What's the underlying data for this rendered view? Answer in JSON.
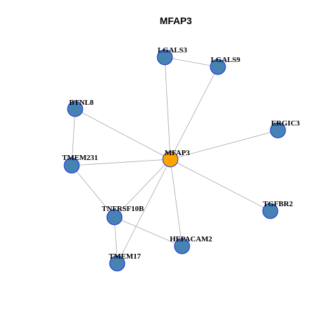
{
  "title": "MFAP3",
  "colors": {
    "hub_fill": "#FFA500",
    "node_fill": "#4682B4",
    "node_stroke": "#1A2FD0",
    "edge": "#A6A6A6"
  },
  "graph": {
    "hub": "MFAP3",
    "nodes": [
      {
        "id": "MFAP3",
        "label": "MFAP3",
        "role": "hub"
      },
      {
        "id": "LGALS3",
        "label": "LGALS3",
        "role": "neighbor"
      },
      {
        "id": "LGALS9",
        "label": "LGALS9",
        "role": "neighbor"
      },
      {
        "id": "BTNL8",
        "label": "BTNL8",
        "role": "neighbor"
      },
      {
        "id": "ERGIC3",
        "label": "ERGIC3",
        "role": "neighbor"
      },
      {
        "id": "TMEM231",
        "label": "TMEM231",
        "role": "neighbor"
      },
      {
        "id": "TNFRSF10B",
        "label": "TNFRSF10B",
        "role": "neighbor"
      },
      {
        "id": "TGFBR2",
        "label": "TGFBR2",
        "role": "neighbor"
      },
      {
        "id": "HEPACAM2",
        "label": "HEPACAM2",
        "role": "neighbor"
      },
      {
        "id": "TMEM17",
        "label": "TMEM17",
        "role": "neighbor"
      }
    ],
    "edges": [
      [
        "LGALS3",
        "LGALS9"
      ],
      [
        "LGALS3",
        "MFAP3"
      ],
      [
        "LGALS9",
        "MFAP3"
      ],
      [
        "BTNL8",
        "MFAP3"
      ],
      [
        "BTNL8",
        "TMEM231"
      ],
      [
        "ERGIC3",
        "MFAP3"
      ],
      [
        "TMEM231",
        "MFAP3"
      ],
      [
        "TMEM231",
        "TNFRSF10B"
      ],
      [
        "TNFRSF10B",
        "MFAP3"
      ],
      [
        "TNFRSF10B",
        "HEPACAM2"
      ],
      [
        "TNFRSF10B",
        "TMEM17"
      ],
      [
        "MFAP3",
        "TGFBR2"
      ],
      [
        "MFAP3",
        "HEPACAM2"
      ],
      [
        "MFAP3",
        "TMEM17"
      ]
    ]
  }
}
